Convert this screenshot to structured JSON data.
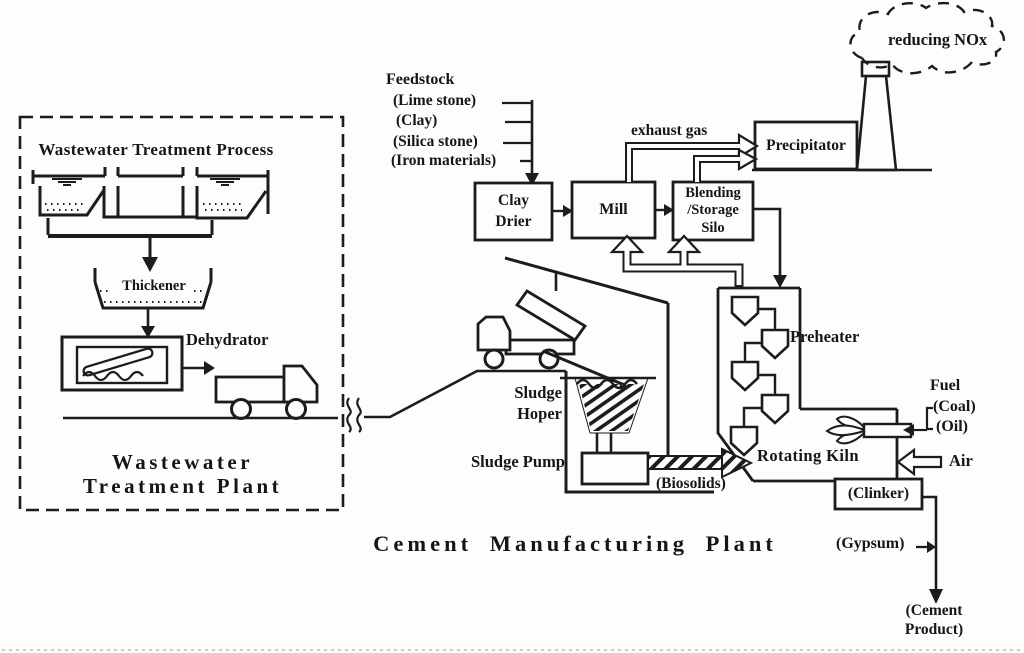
{
  "title": "Cement Manufacturing Plant",
  "ink_color": "#1c1c1c",
  "wwtp": {
    "process_label": "Wastewater Treatment Process",
    "thickener_label": "Thickener",
    "dehydrator_label": "Dehydrator",
    "plant_label_line1": "Wastewater",
    "plant_label_line2": "Treatment Plant"
  },
  "feedstock": {
    "title": "Feedstock",
    "items": [
      "(Lime stone)",
      "(Clay)",
      "(Silica stone)",
      "(Iron materials)"
    ]
  },
  "process_boxes": {
    "clay_drier_line1": "Clay",
    "clay_drier_line2": "Drier",
    "mill": "Mill",
    "silo_line1": "Blending",
    "silo_line2": "/Storage",
    "silo_line3": "Silo",
    "precipitator": "Precipitator"
  },
  "equipment": {
    "preheater": "Preheater",
    "rotating_kiln": "Rotating Kiln",
    "sludge_hoper_line1": "Sludge",
    "sludge_hoper_line2": "Hoper",
    "sludge_pump": "Sludge Pump"
  },
  "flows": {
    "exhaust_gas": "exhaust gas",
    "reducing_nox": "reducing NOx",
    "biosolids": "(Biosolids)",
    "clinker": "(Clinker)",
    "fuel": "Fuel",
    "coal": "(Coal)",
    "oil": "(Oil)",
    "air": "Air",
    "gypsum": "(Gypsum)",
    "cement_line1": "(Cement",
    "cement_line2": "Product)"
  }
}
